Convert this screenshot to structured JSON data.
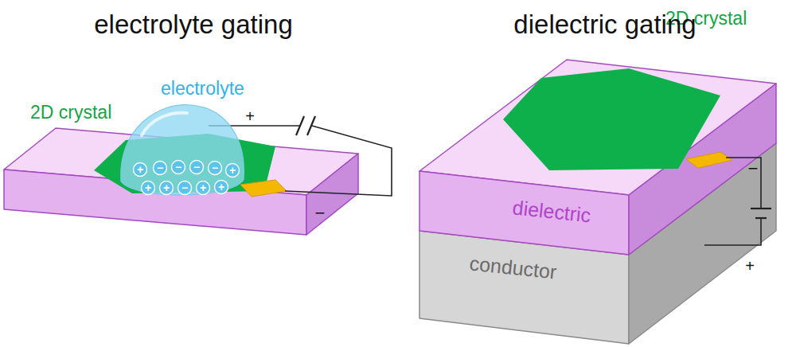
{
  "diagram": {
    "nodes": [
      {
        "text": [
          "2D crystal"
        ]
      },
      {
        "text": [
          "electrolyte"
        ]
      },
      {
        "text": [
          "2D crystal"
        ]
      },
      {
        "text": [
          "dielectric"
        ]
      },
      {
        "text": [
          "conductor"
        ]
      }
    ],
    "labels": [
      "electrolyte gating",
      "dielectric gating",
      "+",
      "−",
      "−",
      "+",
      "+",
      "−",
      "−",
      "−",
      "−",
      "+",
      "+",
      "+",
      "−",
      "+",
      "+"
    ]
  }
}
